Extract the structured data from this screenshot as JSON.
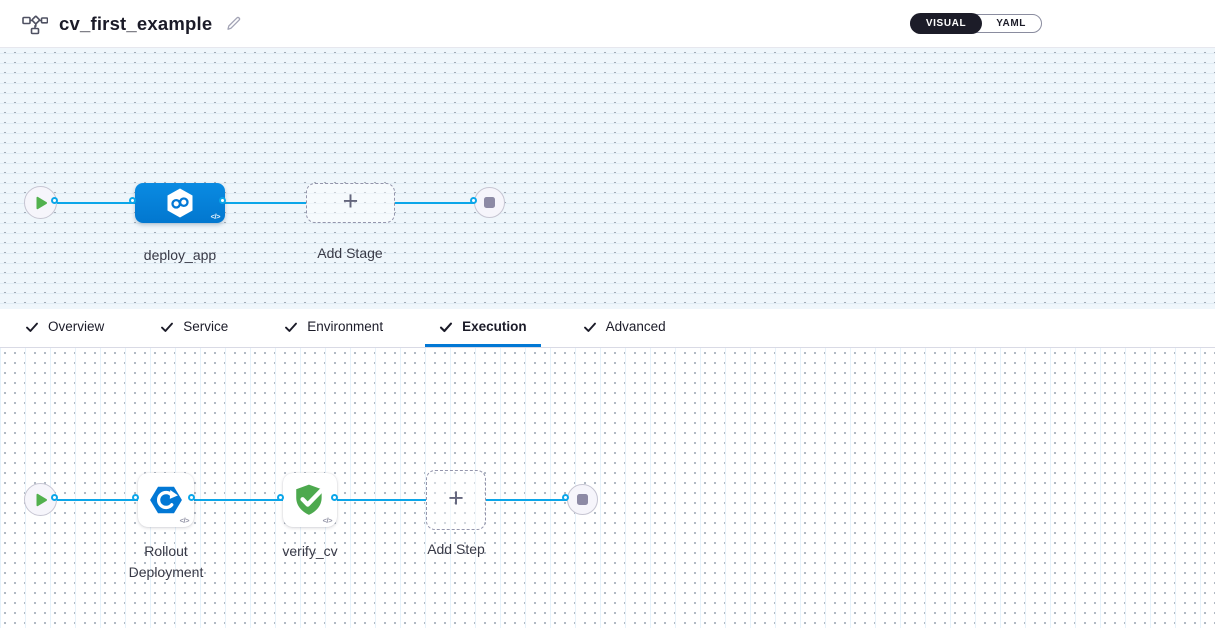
{
  "header": {
    "title": "cv_first_example",
    "view_toggle": {
      "visual_label": "VISUAL",
      "yaml_label": "YAML",
      "selected": "VISUAL"
    }
  },
  "colors": {
    "accent_blue": "#0278D5",
    "connector_blue": "#0BA6E9",
    "stage_node_blue": "#0A8BE2",
    "success_green": "#4DA94E",
    "toggle_dark": "#1C1C28",
    "canvas_top_bg": "#EFF6FB",
    "label_text": "#383946"
  },
  "stage_pipeline": {
    "stage": {
      "name": "deploy_app",
      "icon": "cd-hexagon-infinity"
    },
    "add_stage_label": "Add Stage"
  },
  "config_tabs": [
    {
      "label": "Overview",
      "checked": true,
      "active": false
    },
    {
      "label": "Service",
      "checked": true,
      "active": false
    },
    {
      "label": "Environment",
      "checked": true,
      "active": false
    },
    {
      "label": "Execution",
      "checked": true,
      "active": true
    },
    {
      "label": "Advanced",
      "checked": true,
      "active": false
    }
  ],
  "execution_pipeline": {
    "steps": [
      {
        "name": "Rollout Deployment",
        "icon": "rollout-hexagon-arrow"
      },
      {
        "name": "verify_cv",
        "icon": "verify-shield-check"
      }
    ],
    "add_step_label": "Add Step"
  }
}
